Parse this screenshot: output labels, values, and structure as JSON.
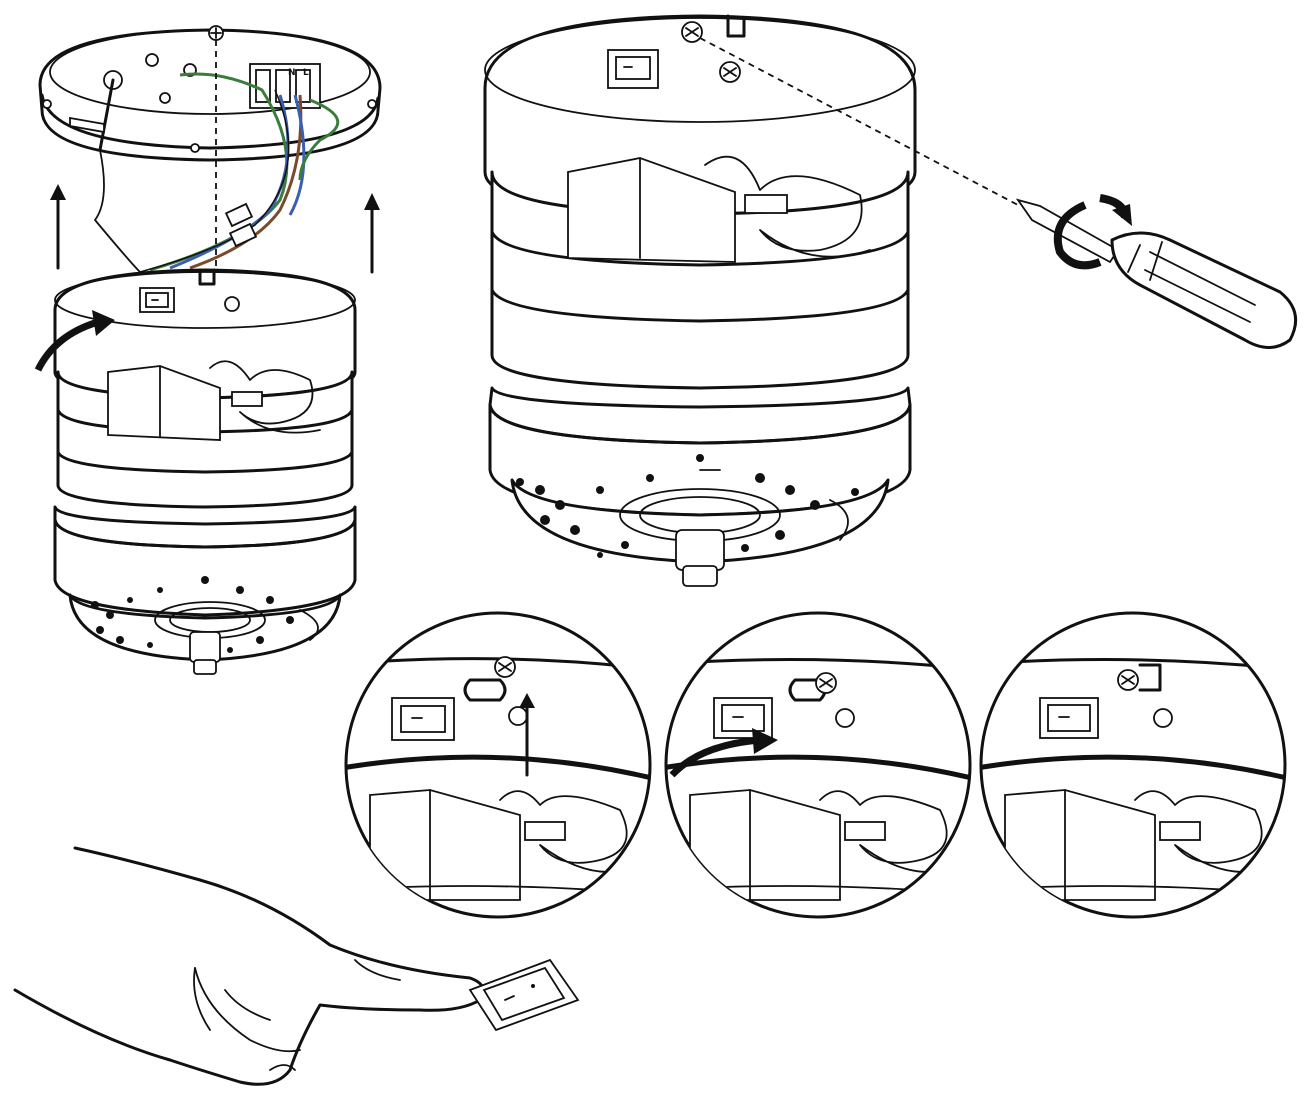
{
  "terminal_block": {
    "labels": [
      "N",
      "L"
    ]
  },
  "colors": {
    "line": "#111111",
    "background": "#ffffff",
    "wire_green": "#3a7d3a",
    "wire_blue": "#3b5fb0",
    "wire_brown": "#7a4a2a"
  },
  "icons": [
    "mounting-plate",
    "motor-housing",
    "screwdriver-icon",
    "rotate-arrow-icon",
    "up-arrow-icon",
    "rocker-switch-icon",
    "hand-icon"
  ]
}
